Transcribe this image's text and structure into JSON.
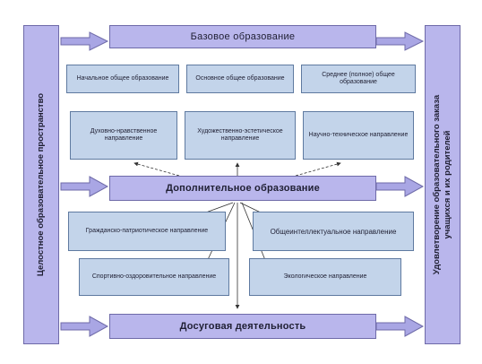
{
  "base": {
    "title": "Базовое образование",
    "levels": [
      "Начальное общее образование",
      "Основное общее образование",
      "Среднее (полное) общее образование"
    ]
  },
  "directions_top": [
    "Духовно-нравственное направление",
    "Художественно-эстетическое направление",
    "Научно-техническое направление"
  ],
  "additional": {
    "title": "Дополнительное образование"
  },
  "directions_bottom": [
    "Гражданско-патриотическое направление",
    "Общеинтеллектуальное направление",
    "Спортивно-оздоровительное направление",
    "Экологическое направление"
  ],
  "leisure": {
    "title": "Досуговая деятельность"
  },
  "left_side": {
    "text": "Целостное образовательное пространство"
  },
  "right_side": {
    "line1": "Удовлетворение образовательного заказа",
    "line2": "учащихся и их родителей"
  },
  "colors": {
    "lavender": "#b9b6ec",
    "blue": "#c3d4ea",
    "border": "#5f7aa0",
    "arrow": "#a9a6e4"
  }
}
